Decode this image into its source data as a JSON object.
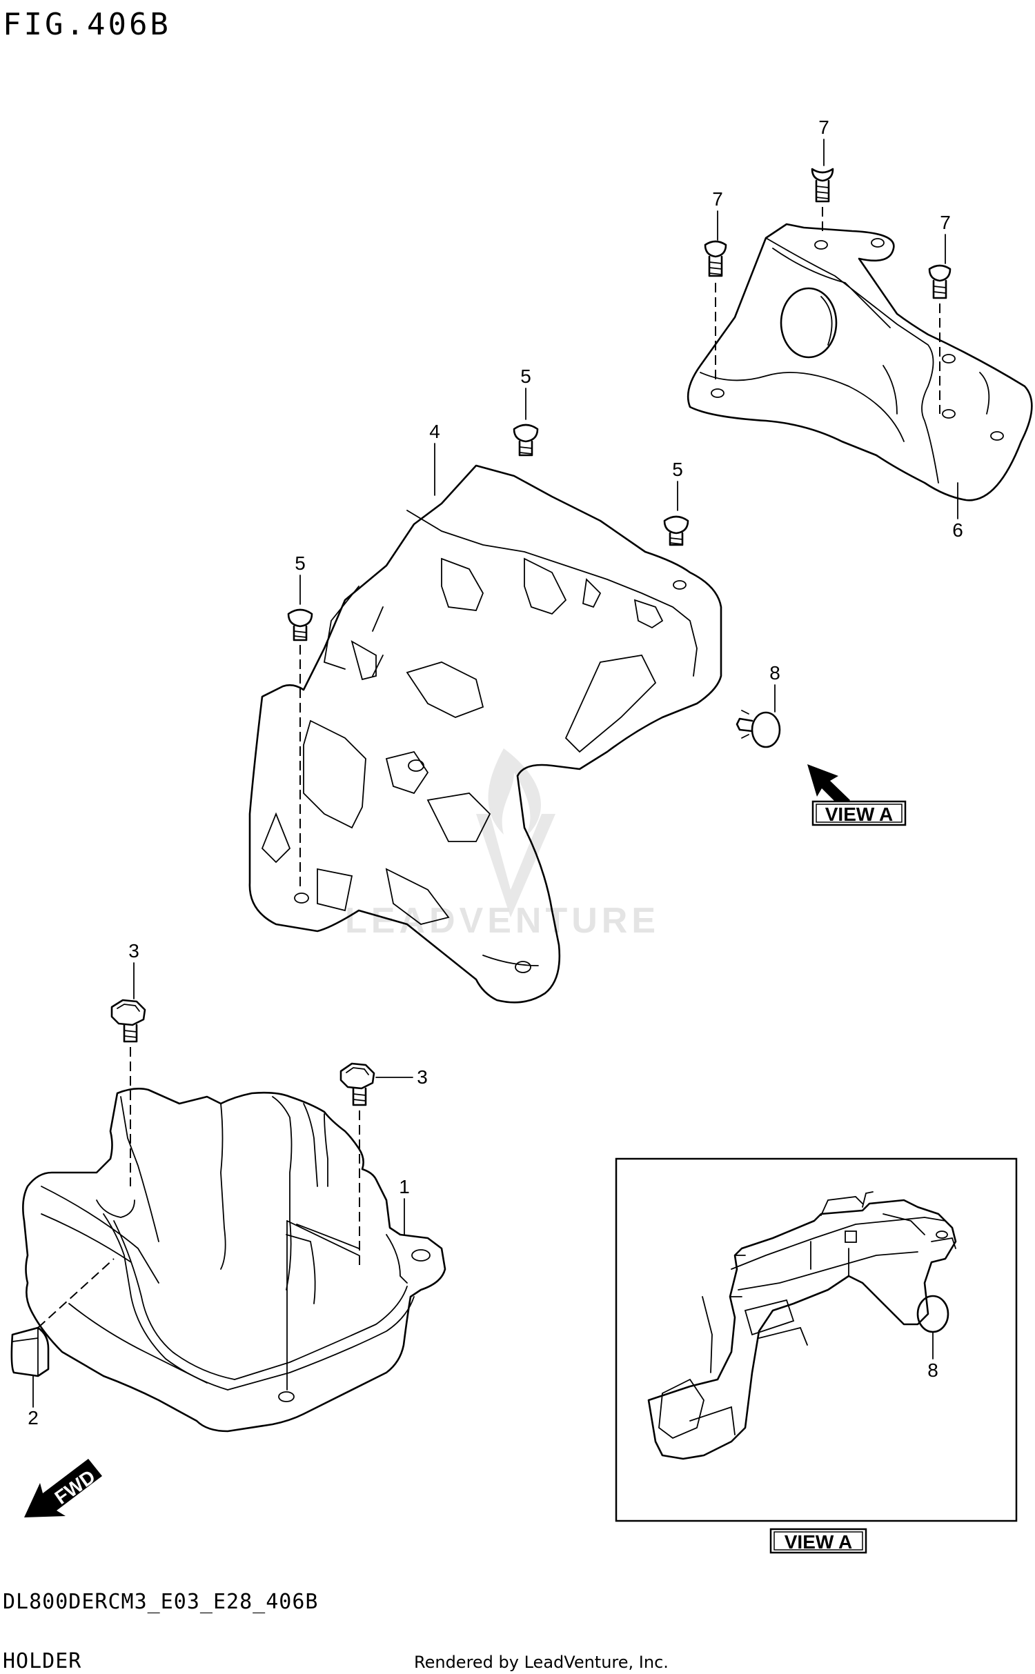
{
  "figure": {
    "title": "FIG.406B",
    "code": "DL800DERCM3_E03_E28_406B",
    "section": "HOLDER",
    "credit": "Rendered by LeadVenture, Inc.",
    "watermark": "LEADVENTURE"
  },
  "callouts": [
    "1",
    "2",
    "3",
    "3",
    "4",
    "5",
    "5",
    "5",
    "6",
    "7",
    "7",
    "7",
    "8",
    "8"
  ],
  "view_labels": [
    "VIEW A",
    "VIEW A"
  ],
  "direction_label": "FWD"
}
